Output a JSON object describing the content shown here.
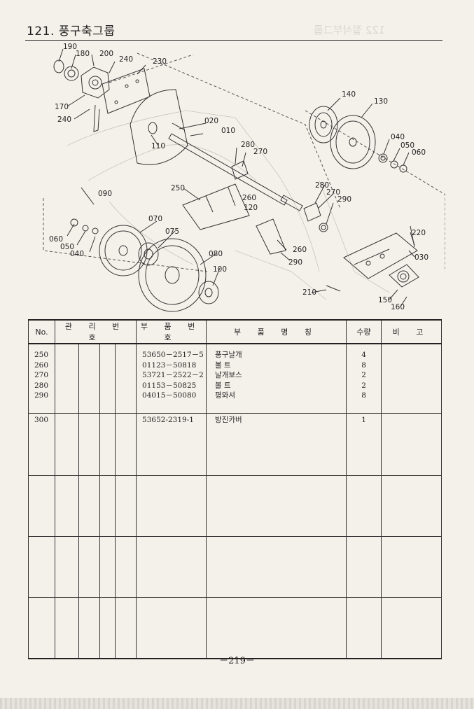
{
  "header": {
    "title": "121. 풍구축그룹",
    "ghost_title": "122 절삭부그룹"
  },
  "diagram": {
    "callouts": [
      "190",
      "180",
      "200",
      "240",
      "230",
      "170",
      "240",
      "020",
      "010",
      "110",
      "280",
      "270",
      "140",
      "130",
      "040",
      "050",
      "060",
      "090",
      "250",
      "280",
      "270",
      "290",
      "260",
      "120",
      "060",
      "050",
      "040",
      "070",
      "075",
      "080",
      "100",
      "260",
      "290",
      "220",
      "030",
      "210",
      "150",
      "160"
    ]
  },
  "table": {
    "headers": {
      "no": "No.",
      "mgmt": "관 리 번 호",
      "part_no": "부 품 번 호",
      "part_name": "부 품 명 칭",
      "qty": "수량",
      "remark": "비 고"
    },
    "rows": [
      {
        "no": "250",
        "part_no": "53650－2517－5",
        "name": "풍구날개",
        "qty": "4"
      },
      {
        "no": "260",
        "part_no": "01123－50818",
        "name": "볼 트",
        "qty": "8"
      },
      {
        "no": "270",
        "part_no": "53721－2522－2",
        "name": "날개보스",
        "qty": "2"
      },
      {
        "no": "280",
        "part_no": "01153－50825",
        "name": "볼 트",
        "qty": "2"
      },
      {
        "no": "290",
        "part_no": "04015－50080",
        "name": "평와셔",
        "qty": "8"
      },
      {
        "no": "300",
        "part_no": "53652-2319-1",
        "name": "방진카버",
        "qty": "1"
      }
    ]
  },
  "footer": {
    "page_number": "－219－"
  }
}
